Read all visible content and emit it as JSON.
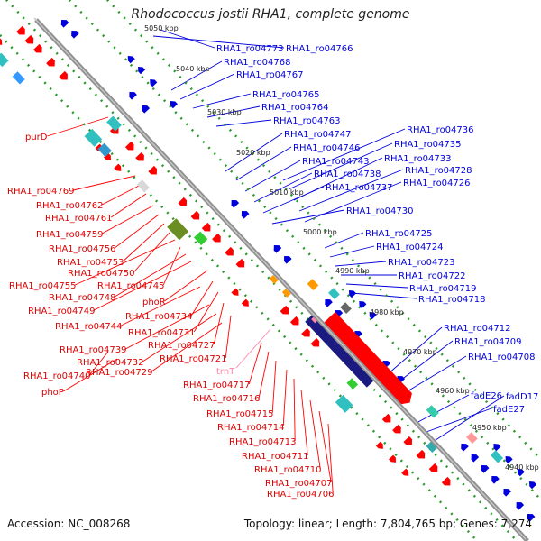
{
  "title": "Rhodococcus jostii RHA1, complete genome",
  "footer": {
    "accession": "Accession: NC_008268",
    "stats": "Topology: linear; Length: 7,804,765 bp; Genes: 7,274"
  },
  "colors": {
    "forward_gene": "#ff0000",
    "reverse_gene": "#0000dd",
    "rna": "#ff88aa",
    "backbone": "#808080",
    "track_dots": "#2a9a2a"
  },
  "kbp_ticks": [
    "5050 kbp",
    "5040 kbp",
    "5030 kbp",
    "5020 kbp",
    "5010 kbp",
    "5000 kbp",
    "4990 kbp",
    "4980 kbp",
    "4970 kbp",
    "4960 kbp",
    "4950 kbp",
    "4940 kbp"
  ],
  "labels_right": [
    "RHA1_ro04773",
    "RHA1_ro04766",
    "RHA1_ro04768",
    "RHA1_ro04767",
    "RHA1_ro04765",
    "RHA1_ro04764",
    "RHA1_ro04763",
    "RHA1_ro04747",
    "RHA1_ro04746",
    "RHA1_ro04743",
    "RHA1_ro04738",
    "RHA1_ro04737",
    "RHA1_ro04730",
    "RHA1_ro04736",
    "RHA1_ro04735",
    "RHA1_ro04733",
    "RHA1_ro04728",
    "RHA1_ro04726",
    "RHA1_ro04725",
    "RHA1_ro04724",
    "RHA1_ro04723",
    "RHA1_ro04722",
    "RHA1_ro04719",
    "RHA1_ro04718",
    "RHA1_ro04712",
    "RHA1_ro04709",
    "RHA1_ro04708",
    "fadE26",
    "fadE27",
    "fadD17"
  ],
  "labels_left": [
    "purD",
    "RHA1_ro04769",
    "RHA1_ro04762",
    "RHA1_ro04761",
    "RHA1_ro04759",
    "RHA1_ro04756",
    "RHA1_ro04753",
    "RHA1_ro04750",
    "RHA1_ro04755",
    "RHA1_ro04745",
    "RHA1_ro04748",
    "RHA1_ro04749",
    "phoR",
    "RHA1_ro04734",
    "RHA1_ro04744",
    "RHA1_ro04731",
    "RHA1_ro04727",
    "RHA1_ro04739",
    "RHA1_ro04732",
    "RHA1_ro04721",
    "RHA1_ro04729",
    "RHA1_ro04740",
    "phoP",
    "RHA1_ro04717",
    "RHA1_ro04716",
    "RHA1_ro04715",
    "RHA1_ro04714",
    "RHA1_ro04713",
    "RHA1_ro04711",
    "RHA1_ro04710",
    "RHA1_ro04707",
    "RHA1_ro04706"
  ],
  "label_trnT": "trnT"
}
